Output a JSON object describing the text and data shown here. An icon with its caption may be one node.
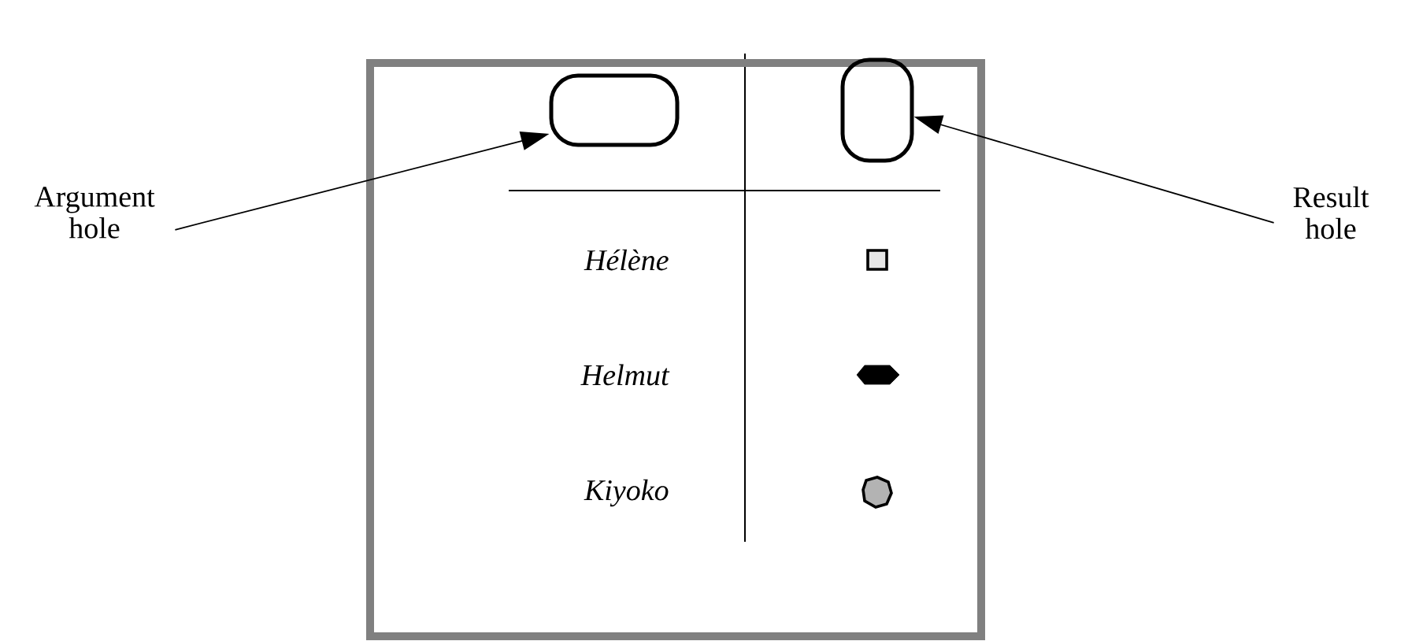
{
  "diagram": {
    "nodes": [
      {
        "text": [],
        "shape": "box"
      },
      {
        "text": [
          "Argument hole"
        ]
      },
      {
        "text": [],
        "shape": "oval",
        "in": 0
      },
      {
        "text": [],
        "shape": "oval",
        "in": 0
      },
      {
        "text": [
          "Result hole"
        ]
      }
    ],
    "edges": [
      {
        "from": 1,
        "to": 2,
        "arrow": "to"
      },
      {
        "from": 4,
        "to": 3,
        "arrow": "to"
      }
    ],
    "labels": [
      "Hélène",
      "Helmut",
      "Kiyoko"
    ]
  }
}
